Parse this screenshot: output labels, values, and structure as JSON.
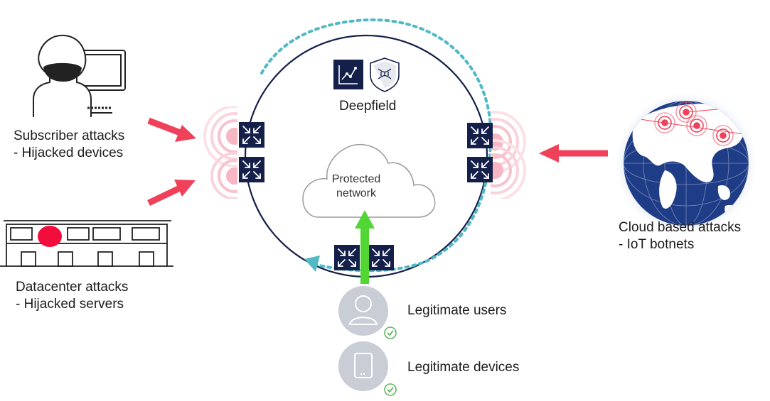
{
  "product": {
    "name": "Deepfield"
  },
  "protected_network": {
    "line1": "Protected",
    "line2": "network"
  },
  "attack_sources": {
    "subscriber": {
      "line1": "Subscriber attacks",
      "line2": "- Hijacked devices"
    },
    "datacenter": {
      "line1": "Datacenter attacks",
      "line2": "- Hijacked servers"
    },
    "cloud": {
      "line1": "Cloud based attacks",
      "line2": "- IoT botnets"
    }
  },
  "legitimate": {
    "users": "Legitimate users",
    "devices": "Legitimate devices"
  },
  "colors": {
    "navy": "#14204a",
    "attack_arrow": "#f0415a",
    "legit_arrow": "#52d633",
    "dotted_path": "#4fb9c6",
    "pulse": "#f4a7b5",
    "check": "#5cb85c",
    "globe": "#1f3c86"
  },
  "icons": {
    "hacker": "hacker-at-computer-icon",
    "datacenter": "datacenter-building-icon",
    "globe": "globe-botnet-icon",
    "analytics": "analytics-chart-icon",
    "shield": "shield-dna-icon",
    "router": "router-arrows-icon",
    "user": "user-avatar-icon",
    "device": "tablet-device-icon",
    "check": "check-circle-icon"
  }
}
